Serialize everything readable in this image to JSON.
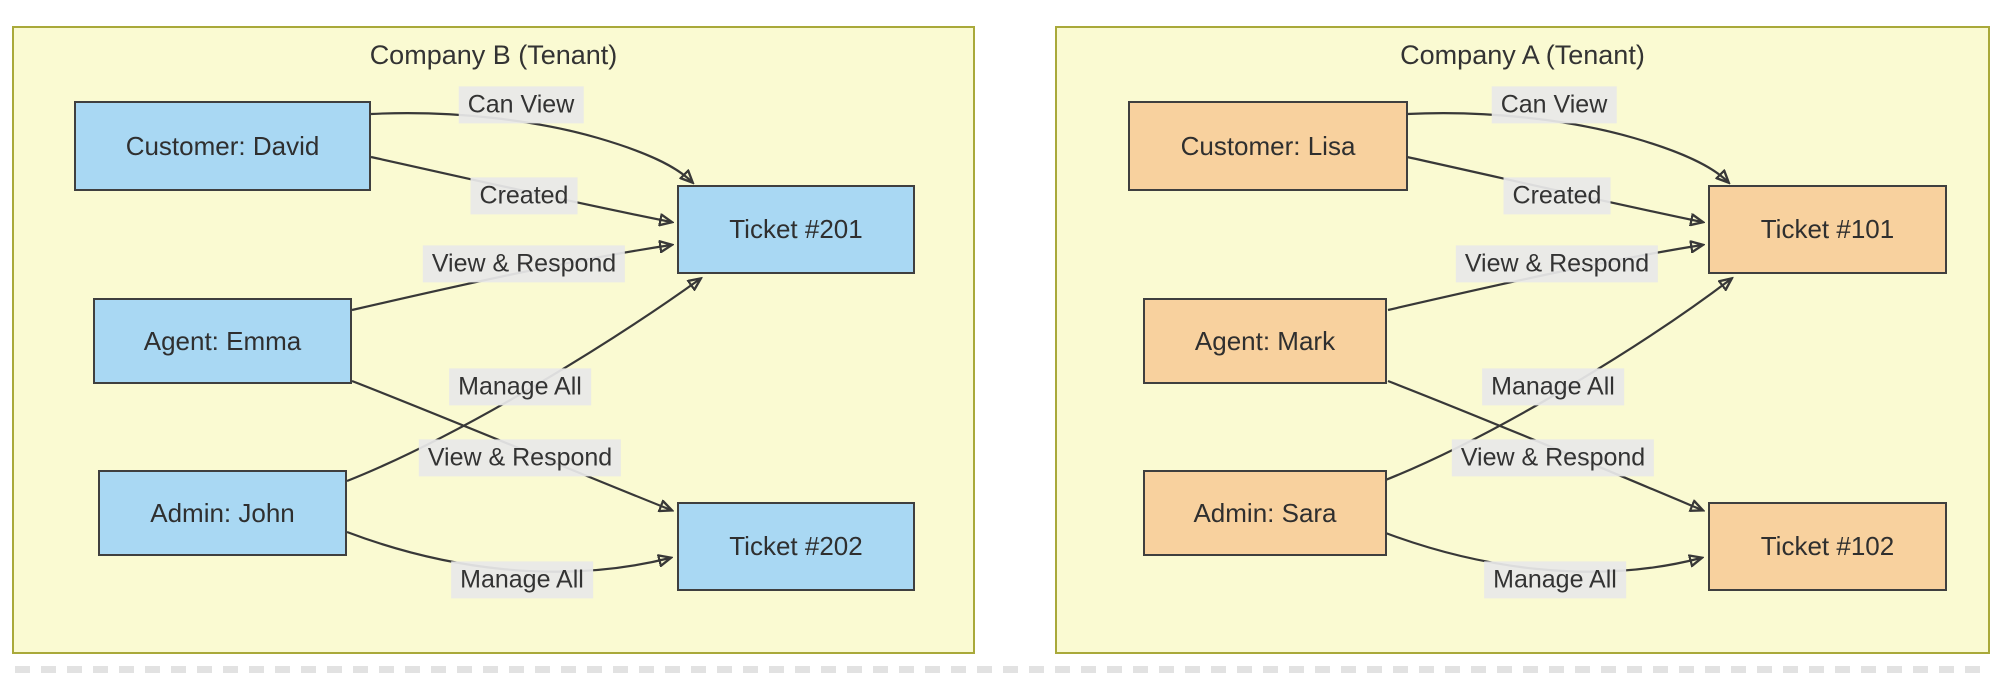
{
  "colors": {
    "page_background": "#ffffff",
    "panel_fill": "#fafad2",
    "panel_border": "#a9a93a",
    "blue_node_fill": "#a9d8f3",
    "orange_node_fill": "#f8d19e",
    "node_border": "#3f3f3f",
    "edge_line": "#383838",
    "edge_label_background": "#e8e8e8",
    "text": "#333333"
  },
  "panels": [
    {
      "title": "Company B (Tenant)",
      "nodes": {
        "customer": "Customer: David",
        "agent": "Agent: Emma",
        "admin": "Admin: John",
        "ticket_top": "Ticket #201",
        "ticket_bottom": "Ticket #202"
      },
      "edge_labels": {
        "can_view": "Can View",
        "created": "Created",
        "view_respond_top": "View & Respond",
        "manage_all_top": "Manage All",
        "view_respond_bottom": "View & Respond",
        "manage_all_bottom": "Manage All"
      },
      "edges": [
        {
          "from": "Customer: David",
          "label": "Can View",
          "to": "Ticket #201"
        },
        {
          "from": "Customer: David",
          "label": "Created",
          "to": "Ticket #201"
        },
        {
          "from": "Agent: Emma",
          "label": "View & Respond",
          "to": "Ticket #201"
        },
        {
          "from": "Admin: John",
          "label": "Manage All",
          "to": "Ticket #201"
        },
        {
          "from": "Agent: Emma",
          "label": "View & Respond",
          "to": "Ticket #202"
        },
        {
          "from": "Admin: John",
          "label": "Manage All",
          "to": "Ticket #202"
        }
      ]
    },
    {
      "title": "Company A (Tenant)",
      "nodes": {
        "customer": "Customer: Lisa",
        "agent": "Agent: Mark",
        "admin": "Admin: Sara",
        "ticket_top": "Ticket #101",
        "ticket_bottom": "Ticket #102"
      },
      "edge_labels": {
        "can_view": "Can View",
        "created": "Created",
        "view_respond_top": "View & Respond",
        "manage_all_top": "Manage All",
        "view_respond_bottom": "View & Respond",
        "manage_all_bottom": "Manage All"
      },
      "edges": [
        {
          "from": "Customer: Lisa",
          "label": "Can View",
          "to": "Ticket #101"
        },
        {
          "from": "Customer: Lisa",
          "label": "Created",
          "to": "Ticket #101"
        },
        {
          "from": "Agent: Mark",
          "label": "View & Respond",
          "to": "Ticket #101"
        },
        {
          "from": "Admin: Sara",
          "label": "Manage All",
          "to": "Ticket #101"
        },
        {
          "from": "Agent: Mark",
          "label": "View & Respond",
          "to": "Ticket #102"
        },
        {
          "from": "Admin: Sara",
          "label": "Manage All",
          "to": "Ticket #102"
        }
      ]
    }
  ]
}
